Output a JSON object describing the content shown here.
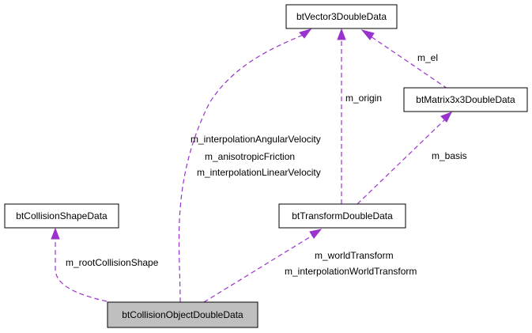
{
  "diagram": {
    "edge_color": "#9a32cd",
    "highlight_fill": "#bfbfbf",
    "nodes": {
      "vector3": "btVector3DoubleData",
      "matrix3x3": "btMatrix3x3DoubleData",
      "collision_shape": "btCollisionShapeData",
      "transform": "btTransformDoubleData",
      "collision_object": "btCollisionObjectDoubleData"
    },
    "labels": {
      "m_el": "m_el",
      "m_origin": "m_origin",
      "m_basis": "m_basis",
      "interp_angular_velocity": "m_interpolationAngularVelocity",
      "anisotropic_friction": "m_anisotropicFriction",
      "interp_linear_velocity": "m_interpolationLinearVelocity",
      "root_collision_shape": "m_rootCollisionShape",
      "world_transform": "m_worldTransform",
      "interp_world_transform": "m_interpolationWorldTransform"
    }
  }
}
